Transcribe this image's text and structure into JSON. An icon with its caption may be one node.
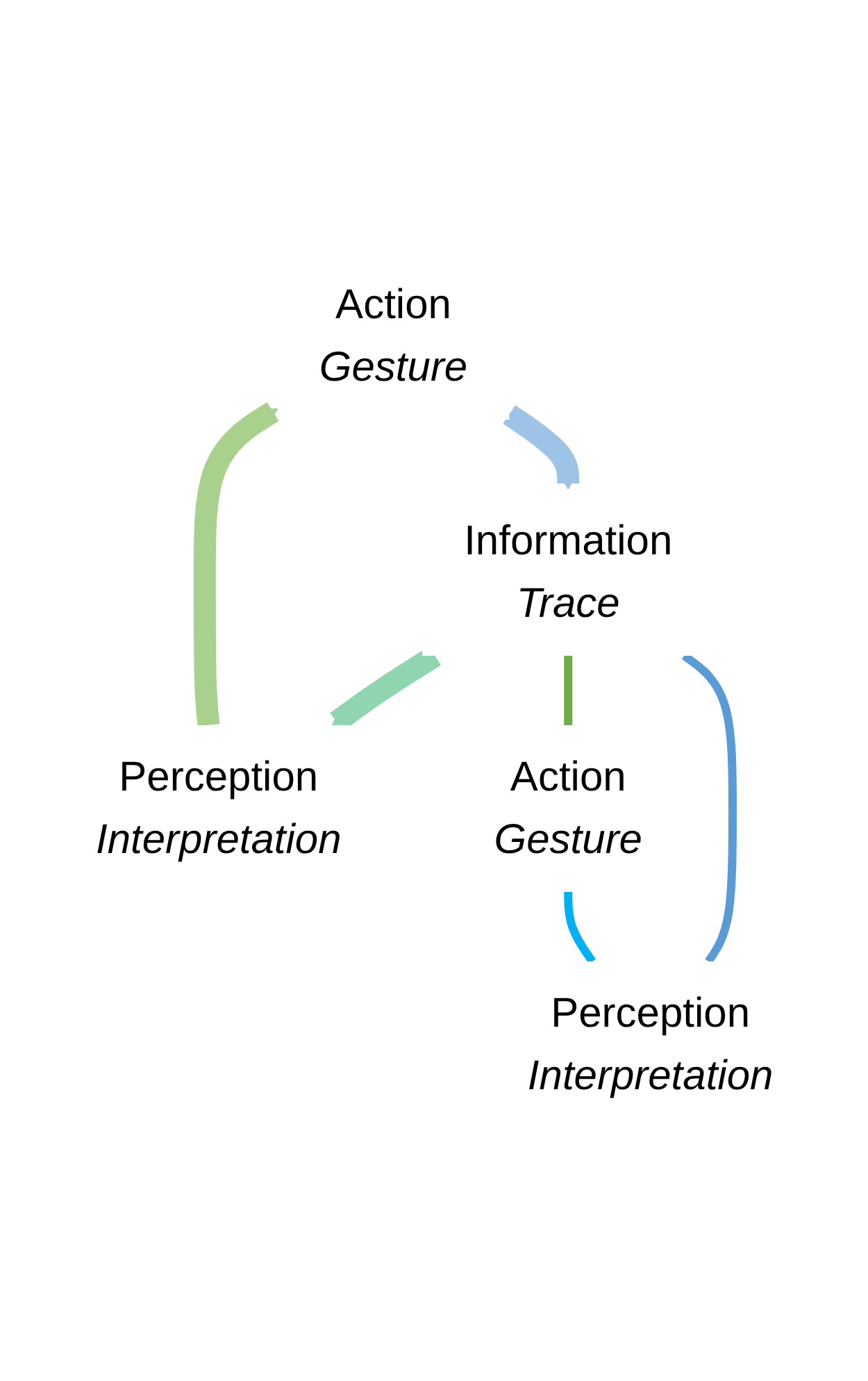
{
  "diagram": {
    "nodes": [
      {
        "text": [
          "Action",
          "Gesture"
        ]
      },
      {
        "text": [
          "Perception",
          "Interpretation"
        ]
      },
      {
        "text": [
          "Information",
          "Trace"
        ]
      },
      {
        "text": [
          "Action",
          "Gesture"
        ]
      },
      {
        "text": [
          "Perception",
          "Interpretation"
        ]
      }
    ],
    "edges": [
      {
        "from": 1,
        "to": 0,
        "arrow": "to",
        "style": "thick",
        "color": "#a9d18e"
      },
      {
        "from": 0,
        "to": 2,
        "arrow": "to",
        "style": "thick",
        "color": "#9dc3e6"
      },
      {
        "from": 2,
        "to": 1,
        "arrow": "to",
        "style": "thick",
        "color": "#8fd6b0"
      },
      {
        "from": 2,
        "to": 3,
        "arrow": "none",
        "color": "#70ad47"
      },
      {
        "from": 2,
        "to": 4,
        "arrow": "none",
        "color": "#5b9bd5"
      },
      {
        "from": 3,
        "to": 4,
        "arrow": "none",
        "color": "#00b0f0"
      }
    ]
  }
}
